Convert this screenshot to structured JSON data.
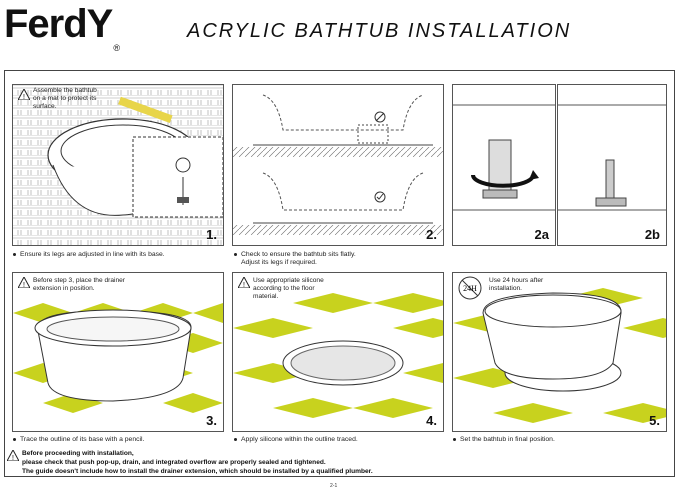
{
  "header": {
    "brand": "FerdY",
    "reg_mark": "®",
    "title": "ACRYLIC BATHTUB INSTALLATION"
  },
  "steps": [
    {
      "num": "1.",
      "note": [
        "Assemble the bathtub",
        "on a mat to protect its",
        "surface."
      ],
      "caption": "Ensure its legs are adjusted in line with its base."
    },
    {
      "num": "2.",
      "caption": "Check to ensure the bathtub sits flatly.",
      "caption2": "Adjust its legs if required."
    },
    {
      "num": "2a"
    },
    {
      "num": "2b"
    },
    {
      "num": "3.",
      "note": [
        "Before step 3, place the drainer",
        "extension in position."
      ],
      "caption": "Trace the outline of its base with a pencil."
    },
    {
      "num": "4.",
      "note": [
        "Use appropriate silicone",
        "according to the floor",
        "material."
      ],
      "caption": "Apply silicone within the outline traced."
    },
    {
      "num": "5.",
      "note": [
        "Use 24 hours after",
        "installation."
      ],
      "badge": "24H",
      "caption": "Set the bathtub in final position."
    }
  ],
  "footer": {
    "lines": [
      "Before proceeding with installation,",
      "please check that push pop-up, drain, and integrated overflow are properly sealed and tightened.",
      "The guide doesn't include how to install the drainer extension, which should be installed by a qualified plumber."
    ],
    "page": "2-1"
  },
  "colors": {
    "tile": "#c8d21e",
    "tile_border": "#6b7a00"
  }
}
